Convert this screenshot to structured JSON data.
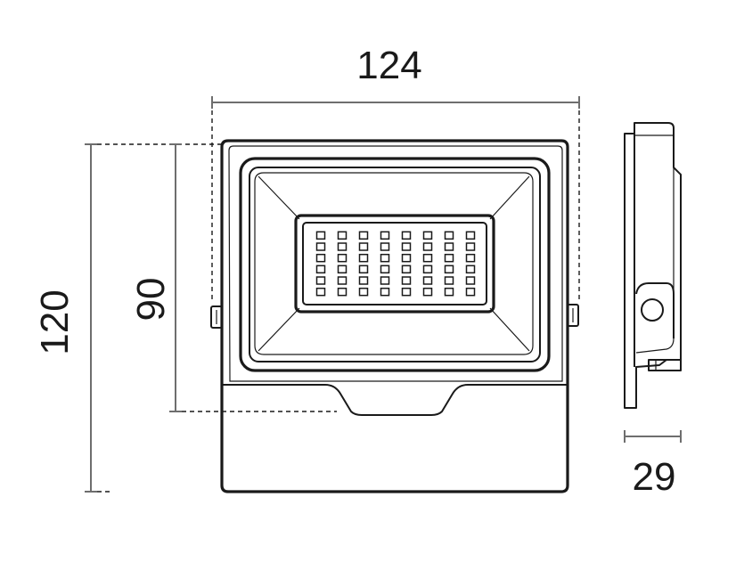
{
  "dimensions": {
    "width": "124",
    "total_height": "120",
    "lamp_height": "90",
    "depth": "29"
  },
  "led_grid": {
    "columns": 8,
    "rows": 6
  },
  "colors": {
    "line": "#1a1a1a",
    "dimension_line": "#6e6e6e",
    "background": "#ffffff"
  }
}
